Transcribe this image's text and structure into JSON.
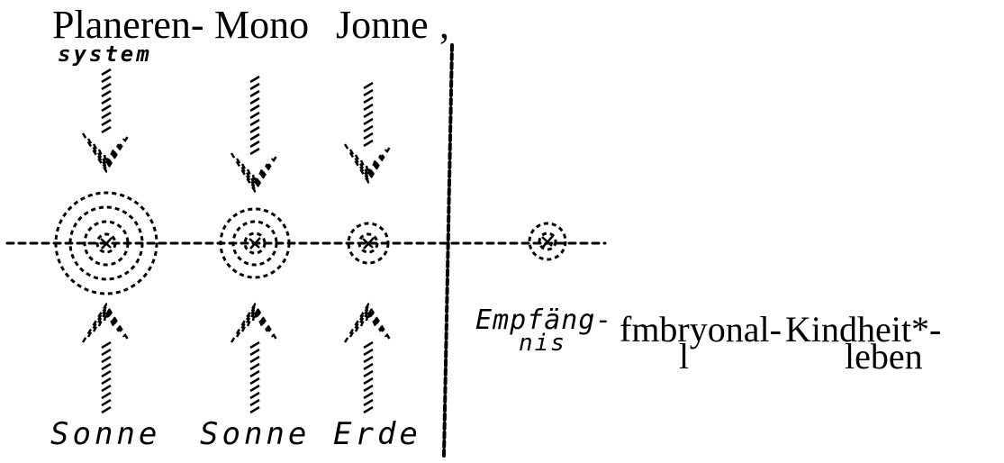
{
  "title_labels": [
    "Planeren-",
    "Mono",
    "Jonne",
    ","
  ],
  "title_sublabel": "system",
  "bottom_labels": [
    "Sonne",
    "Sonne",
    "Erde"
  ],
  "stages": {
    "empfaengnis": [
      "Empfäng-",
      "nis"
    ],
    "embryonal": [
      "fmbryonal-",
      "l"
    ],
    "kindheit": [
      "Kindheit*-",
      "leben"
    ]
  }
}
